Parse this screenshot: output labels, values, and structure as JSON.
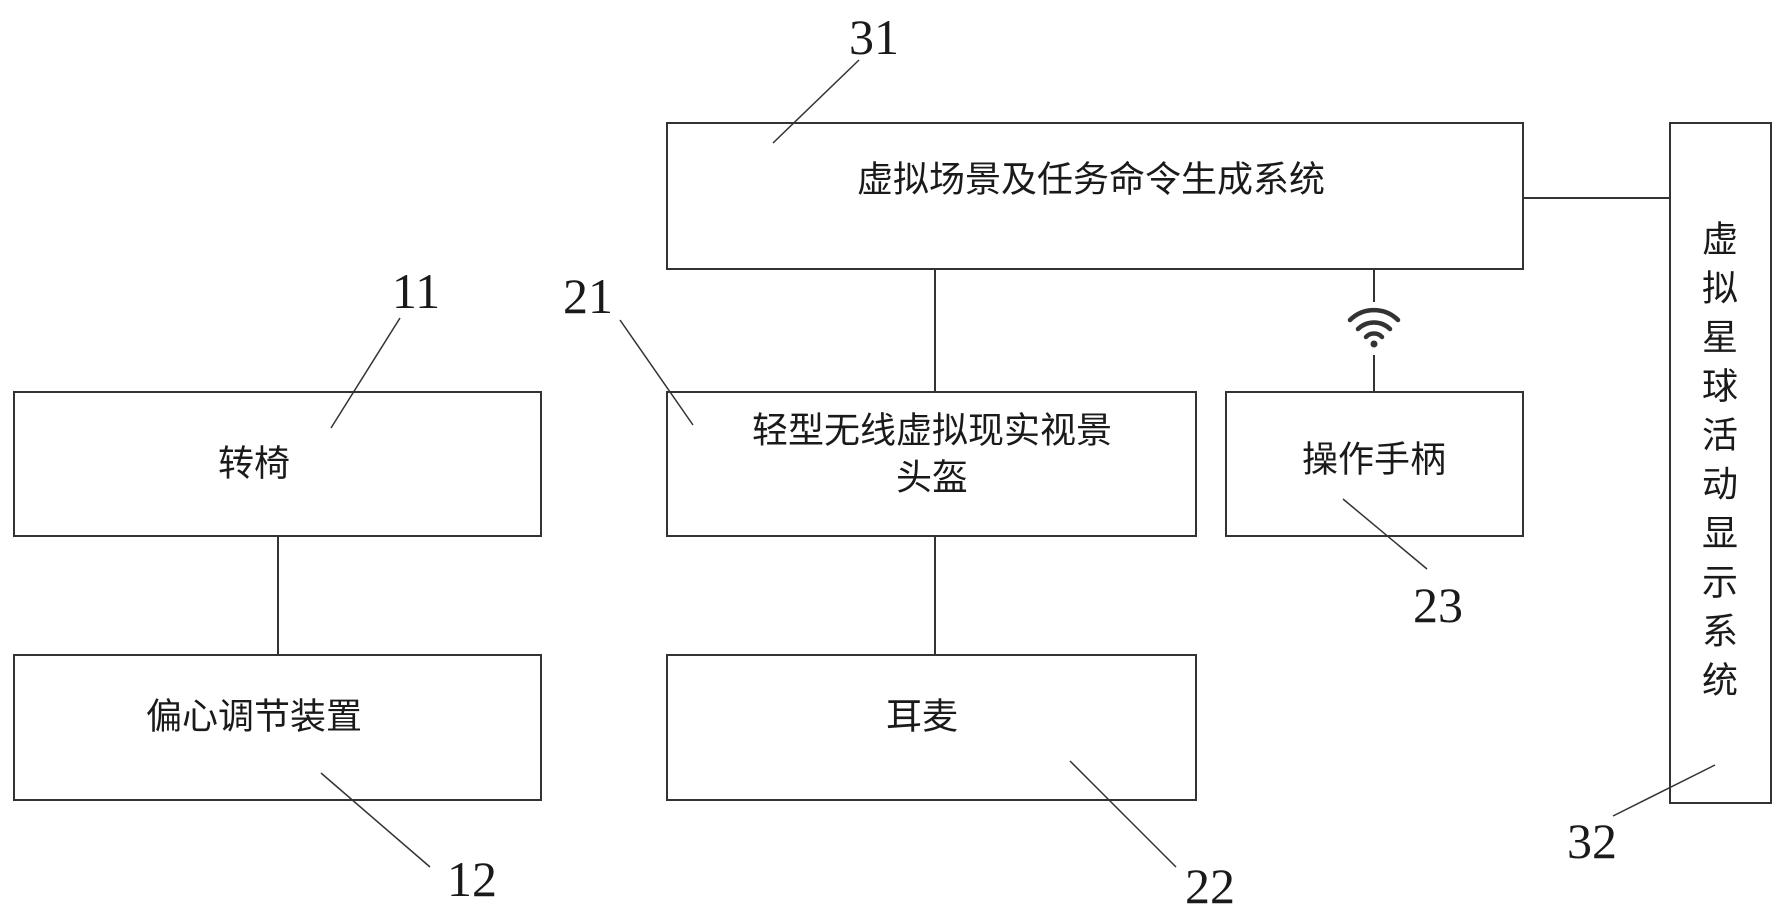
{
  "nodes": {
    "swivel_chair": {
      "ref": "11",
      "label": "转椅"
    },
    "eccentric_adjuster": {
      "ref": "12",
      "label": "偏心调节装置"
    },
    "vr_headset": {
      "ref": "21",
      "label_line1": "轻型无线虚拟现实视景",
      "label_line2": "头盔"
    },
    "headphones": {
      "ref": "22",
      "label": "耳麦"
    },
    "handle": {
      "ref": "23",
      "label": "操作手柄"
    },
    "scene_generator": {
      "ref": "31",
      "label": "虚拟场景及任务命令生成系统"
    },
    "planet_display": {
      "ref": "32",
      "label": "虚拟星球活动显示系统",
      "chars": [
        "虚",
        "拟",
        "星",
        "球",
        "活",
        "动",
        "显",
        "示",
        "系",
        "统"
      ]
    }
  },
  "icons": {
    "wireless": "wifi-icon"
  }
}
